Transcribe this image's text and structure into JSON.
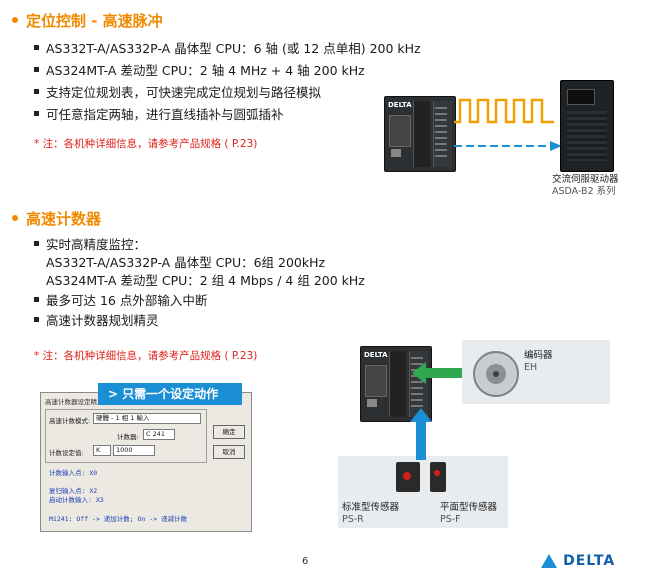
{
  "section1": {
    "title": "定位控制 - 高速脉冲",
    "bullets": [
      "AS332T-A/AS332P-A 晶体型 CPU：6 轴 (或 12 点单相) 200 kHz",
      "AS324MT-A 差动型 CPU：2 轴 4 MHz + 4 轴 200 kHz",
      "支持定位规划表，可快速完成定位规划与路径模拟",
      "可任意指定两轴，进行直线插补与圆弧插补"
    ],
    "note": "* 注：各机种详细信息，请参考产品规格 ( P.23)",
    "servo_label": "交流伺服驱动器",
    "servo_model": "ASDA-B2 系列",
    "plc_logo": "DELTA"
  },
  "section2": {
    "title": "高速计数器",
    "bullets": [
      "实时高精度监控：",
      "AS332T-A/AS332P-A 晶体型 CPU：6组 200kHz",
      "AS324MT-A 差动型 CPU：2 组 4 Mbps / 4 组 200 kHz",
      "最多可达 16 点外部输入中断",
      "高速计数器规划精灵"
    ],
    "note": "* 注：各机种详细信息，请参考产品规格 ( P.23)",
    "encoder_label": "编码器",
    "encoder_model": "EH",
    "sensor1_label": "标准型传感器",
    "sensor1_model": "PS-R",
    "sensor2_label": "平面型传感器",
    "sensor2_model": "PS-F"
  },
  "software": {
    "callout": "只需一个设定动作",
    "window_title": "高速计数器设定精灵",
    "row1_label": "高速计数模式:",
    "row1_value": "硬體 - 1 相 1 輸入",
    "counter_label": "计数器:",
    "counter_value": "C 241",
    "row2_label": "计数设定值:",
    "row2_prefix": "K",
    "row2_value": "1000",
    "ok_button": "确定",
    "cancel_button": "取消",
    "line1": "计数输入点: X0",
    "line2": "复归输入点: X2",
    "line3": "启动计数输入: X3",
    "line4": "M1241: Off -> 递加计数; On -> 递减计数"
  },
  "footer": {
    "page_number": "6",
    "logo": "DELTA"
  },
  "colors": {
    "accent": "#f08a00",
    "note_red": "#e0231b",
    "arrow_orange": "#f0a000",
    "arrow_blue": "#1a8fd6",
    "arrow_green": "#2fa84f",
    "brand_blue": "#1160a8"
  }
}
